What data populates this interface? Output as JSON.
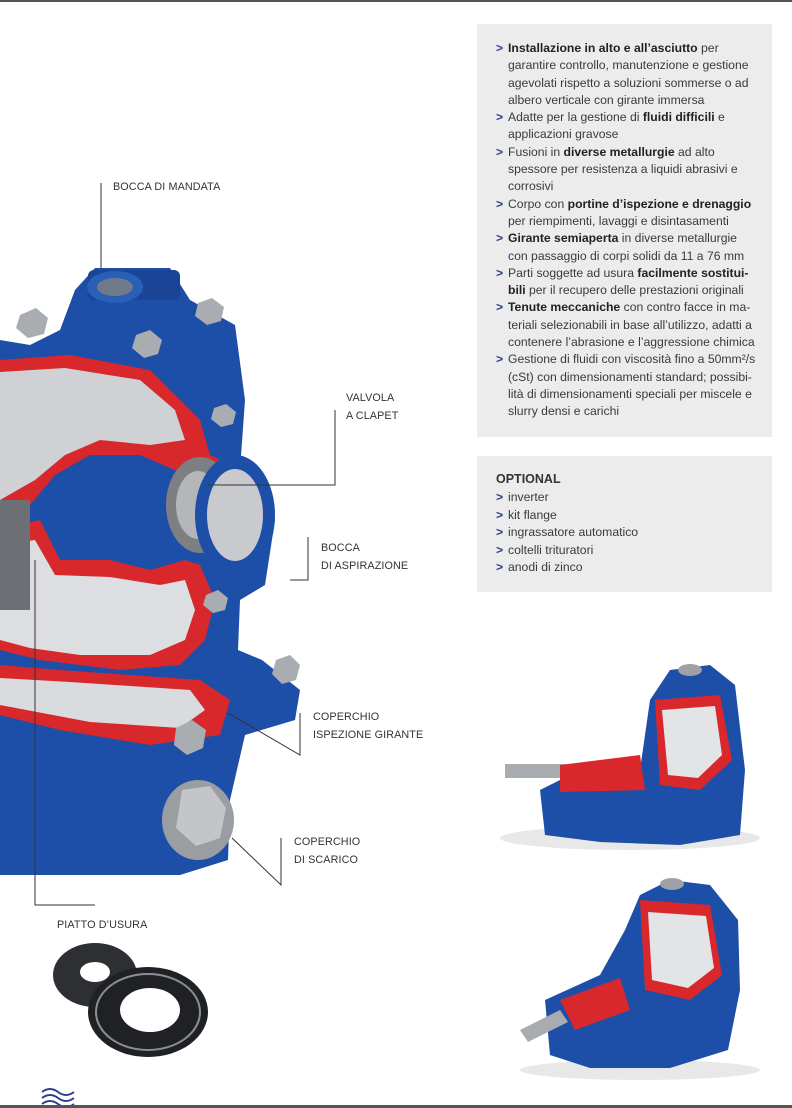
{
  "features": [
    {
      "parts": [
        {
          "t": "Installazione in alto e all’asciutto",
          "b": true
        },
        {
          "t": " per garantire controllo, manutenzione e gestione agevolati rispetto a soluzioni sommerse o ad albero verticale con girante immersa",
          "b": false
        }
      ]
    },
    {
      "parts": [
        {
          "t": "Adatte per la gestione di ",
          "b": false
        },
        {
          "t": "fluidi difficili",
          "b": true
        },
        {
          "t": " e applicazioni gravose",
          "b": false
        }
      ]
    },
    {
      "parts": [
        {
          "t": "Fusioni in ",
          "b": false
        },
        {
          "t": "diverse metallurgie",
          "b": true
        },
        {
          "t": " ad alto spessore per resistenza a liquidi abrasivi e corrosivi",
          "b": false
        }
      ]
    },
    {
      "parts": [
        {
          "t": "Corpo con ",
          "b": false
        },
        {
          "t": "portine d’ispezione e drenaggio",
          "b": true
        },
        {
          "t": " per riempimenti, lavaggi e disintasamenti",
          "b": false
        }
      ]
    },
    {
      "parts": [
        {
          "t": "Girante semiaperta",
          "b": true
        },
        {
          "t": " in diverse metallurgie con passaggio di corpi solidi da 11 a 76 mm",
          "b": false
        }
      ]
    },
    {
      "parts": [
        {
          "t": "Parti soggette ad usura ",
          "b": false
        },
        {
          "t": "facilmente sostitui-bili",
          "b": true
        },
        {
          "t": " per il recupero delle prestazioni originali",
          "b": false
        }
      ]
    },
    {
      "parts": [
        {
          "t": "Tenute meccaniche",
          "b": true
        },
        {
          "t": " con contro facce in ma-teriali selezionabili in base all’utilizzo, adatti a contenere l’abrasione e l’aggressione chimica",
          "b": false
        }
      ]
    },
    {
      "parts": [
        {
          "t": "Gestione di fluidi con viscosità fino a 50mm²/s (cSt) con dimensionamenti standard; possibi-lità di dimensionamenti speciali per miscele e slurry densi e carichi",
          "b": false
        }
      ]
    }
  ],
  "optional": {
    "title": "OPTIONAL",
    "items": [
      "inverter",
      "kit flange",
      "ingrassatore automatico",
      "coltelli trituratori",
      "anodi di zinco"
    ]
  },
  "callouts": {
    "bocca_mandata": "BOCCA DI MANDATA",
    "valvola_l1": "VALVOLA",
    "valvola_l2": "A CLAPET",
    "bocca_asp_l1": "BOCCA",
    "bocca_asp_l2": "DI ASPIRAZIONE",
    "coperchio_isp_l1": "COPERCHIO",
    "coperchio_isp_l2": "ISPEZIONE GIRANTE",
    "coperchio_sc_l1": "COPERCHIO",
    "coperchio_sc_l2": "DI SCARICO",
    "piatto": "PIATTO D’USURA"
  },
  "bullet_glyph": ">",
  "colors": {
    "pump_blue": "#1d4fa8",
    "section_red": "#d8282c",
    "bullet_blue": "#2d3f8f",
    "panel_grey": "#ececec"
  }
}
